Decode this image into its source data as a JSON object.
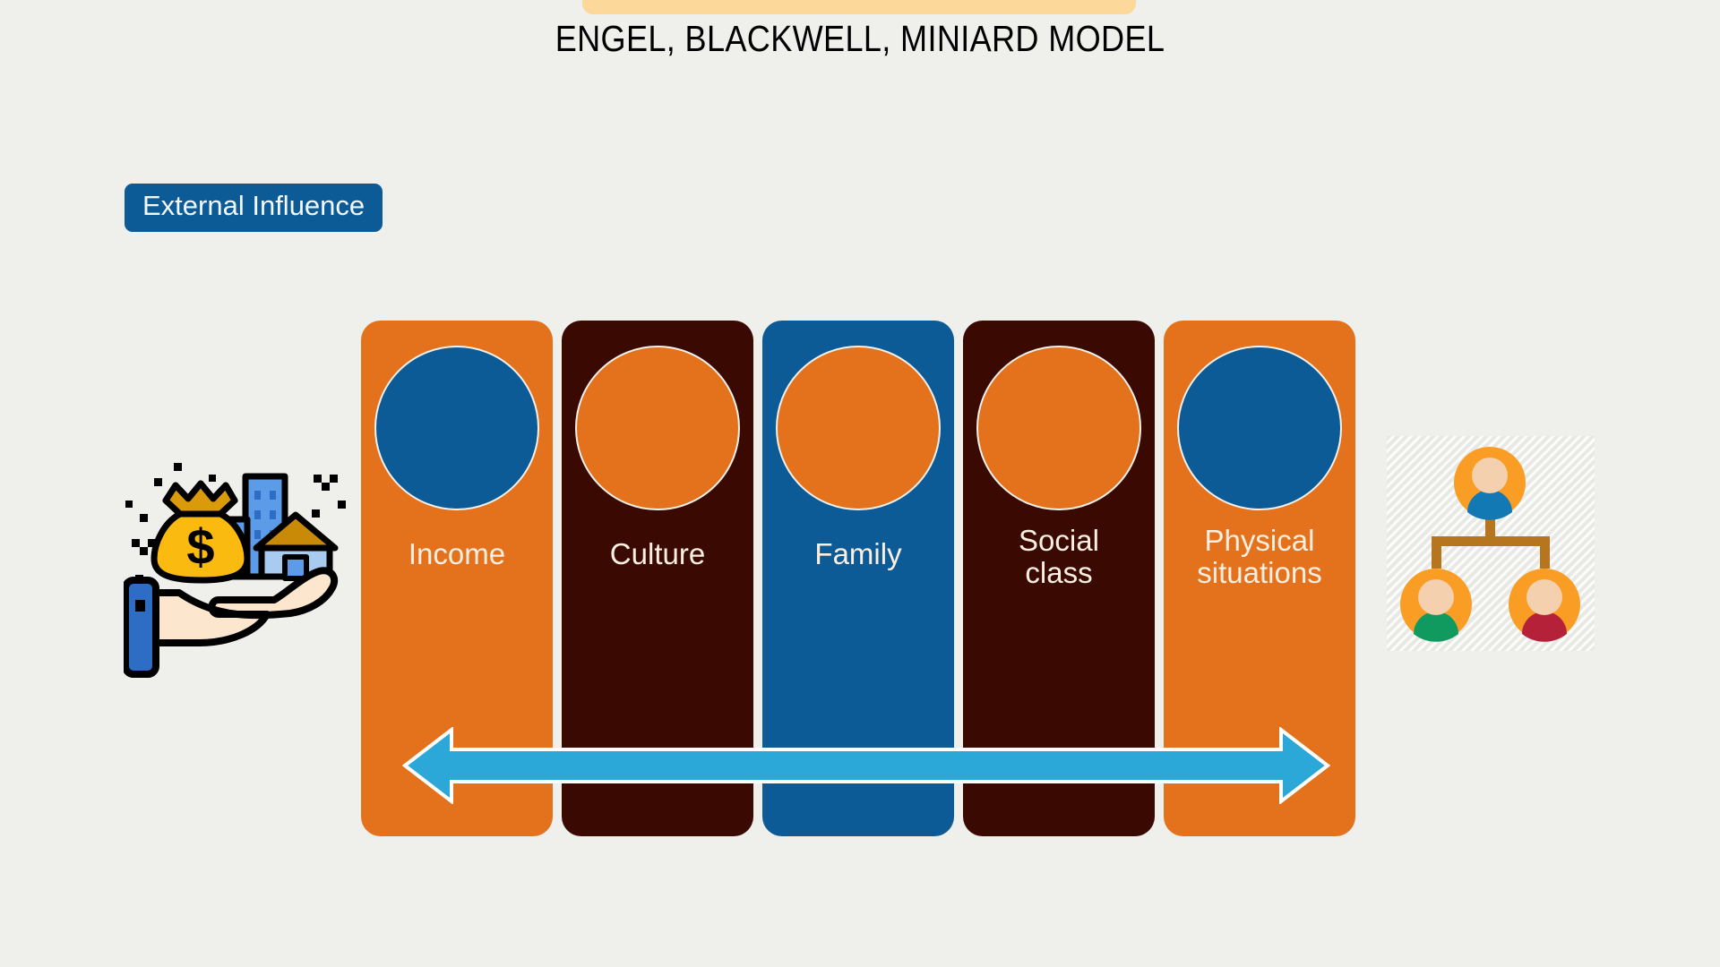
{
  "slide": {
    "title": "ENGEL, BLACKWELL, MINIARD MODEL",
    "background_color": "#EFF0EC",
    "accent_bar_color": "#FCD89B"
  },
  "badge": {
    "label": "External Influence",
    "background_color": "#0C5A96",
    "text_color": "#F2F8FC"
  },
  "icons": {
    "left": {
      "name": "hand-holding-money-city-icon",
      "description": "Hand holding money bag, office buildings and a house with sparkles",
      "colors": {
        "bag": "#FBBA10",
        "bag_top": "#D99B0A",
        "building_light": "#5B9BE8",
        "building_dark": "#2E6DC4",
        "house_roof": "#C98A07",
        "hand": "#FDE6CE",
        "sleeve": "#2E6DC4",
        "outline": "#000000"
      }
    },
    "right": {
      "name": "family-org-chart-icon",
      "description": "Three person avatars connected by an organization chart",
      "colors": {
        "avatar_ring": "#F99D24",
        "face": "#F5D0AE",
        "body_top": "#1279B4",
        "body_left": "#119A5F",
        "body_right": "#B42138",
        "connector": "#B5761E",
        "backdrop": "#E8E9E5"
      }
    }
  },
  "cards": [
    {
      "label": "Income",
      "background_color": "#E4711B",
      "circle_color": "#0C5A96"
    },
    {
      "label": "Culture",
      "background_color": "#3A0A02",
      "circle_color": "#E4711B"
    },
    {
      "label": "Family",
      "background_color": "#0C5A96",
      "circle_color": "#E4711B"
    },
    {
      "label": "Social\nclass",
      "background_color": "#3A0A02",
      "circle_color": "#E4711B"
    },
    {
      "label": "Physical\nsituations",
      "background_color": "#E4711B",
      "circle_color": "#0C5A96"
    }
  ],
  "arrow": {
    "name": "double-headed-arrow",
    "direction": "both",
    "fill_color": "#2BA7D8",
    "outline_color": "#FFFFFF"
  }
}
